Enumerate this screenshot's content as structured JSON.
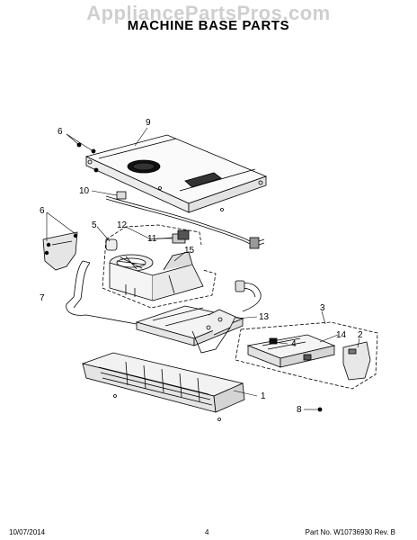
{
  "watermark": "AppliancePartsPros.com",
  "title": "MACHINE BASE PARTS",
  "callouts": {
    "c1": "1",
    "c2": "2",
    "c3": "3",
    "c4": "4",
    "c5": "5",
    "c6a": "6",
    "c6b": "6",
    "c7": "7",
    "c8": "8",
    "c9": "9",
    "c10": "10",
    "c11": "11",
    "c12": "12",
    "c13": "13",
    "c14": "14",
    "c15": "15"
  },
  "footer": {
    "date": "10/07/2014",
    "page": "4",
    "part_no": "Part No.  W10736930   Rev.  B"
  }
}
